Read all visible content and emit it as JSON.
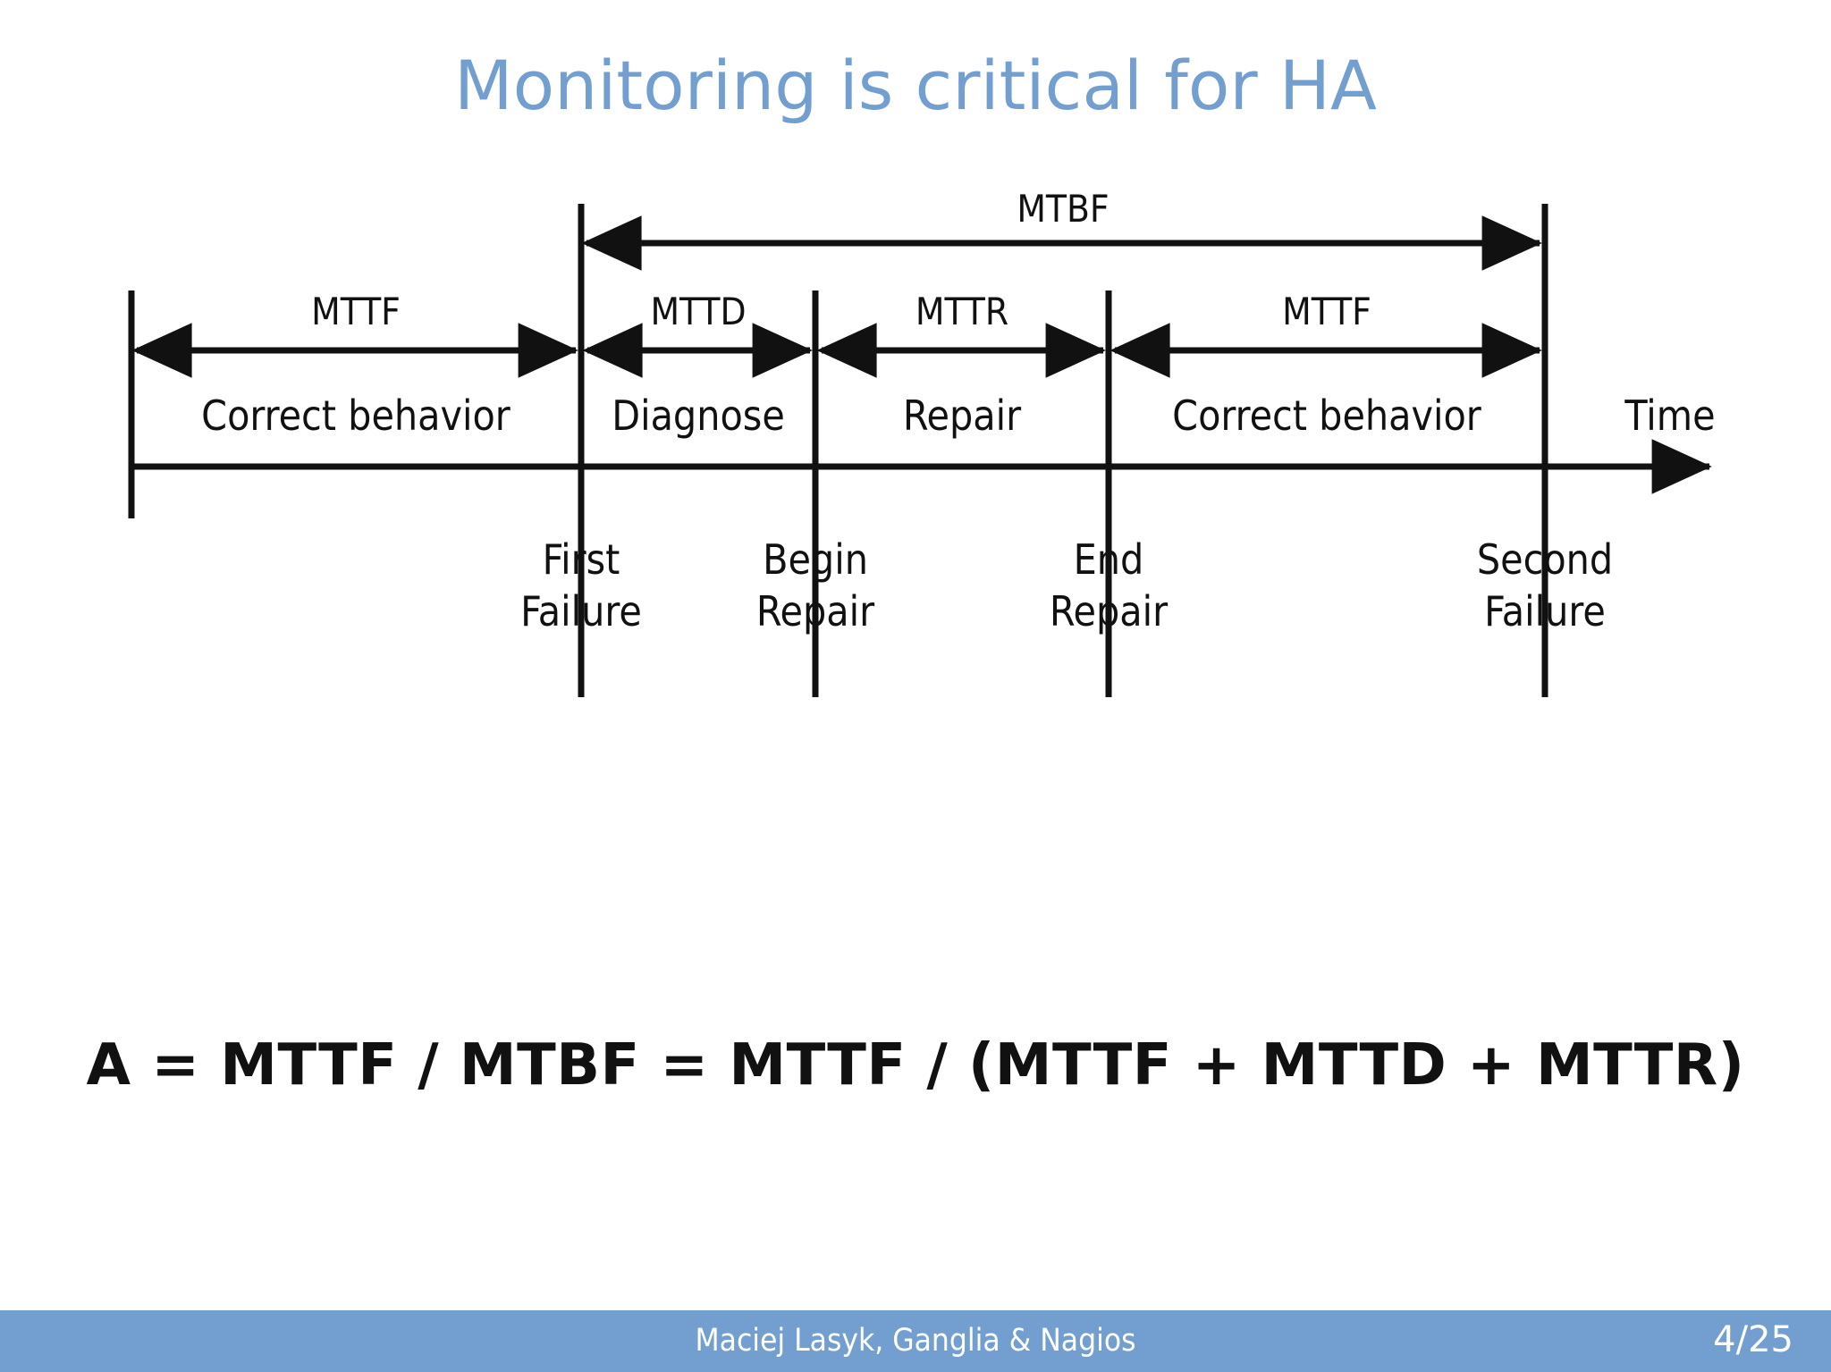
{
  "slide": {
    "title": "Monitoring is critical for HA",
    "formula": "A = MTTF / MTBF = MTTF / (MTTF + MTTD + MTTR)"
  },
  "diagram": {
    "axis_label": "Time",
    "top_span": {
      "label": "MTBF",
      "from_event": "First Failure",
      "to_event": "Second Failure"
    },
    "spans": [
      {
        "label": "MTTF",
        "band": "Correct behavior"
      },
      {
        "label": "MTTD",
        "band": "Diagnose"
      },
      {
        "label": "MTTR",
        "band": "Repair"
      },
      {
        "label": "MTTF",
        "band": "Correct behavior"
      }
    ],
    "events": [
      {
        "line1": "First",
        "line2": "Failure"
      },
      {
        "line1": "Begin",
        "line2": "Repair"
      },
      {
        "line1": "End",
        "line2": "Repair"
      },
      {
        "line1": "Second",
        "line2": "Failure"
      }
    ]
  },
  "footer": {
    "text": "Maciej Lasyk, Ganglia & Nagios",
    "page": "4/25"
  },
  "colors": {
    "accent": "#729fcf",
    "title": "#729fcf",
    "ink": "#111111",
    "background": "#ffffff"
  }
}
